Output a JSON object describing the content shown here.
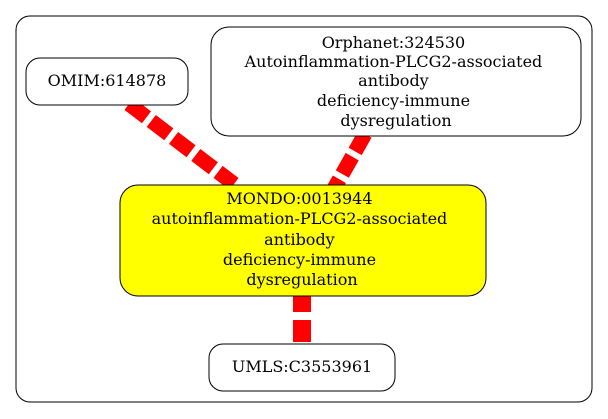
{
  "diagram": {
    "type": "graph",
    "nodes": [
      {
        "id": "omim",
        "lines": [
          "OMIM:614878"
        ],
        "fill": "#ffffff"
      },
      {
        "id": "orphanet",
        "lines": [
          "Orphanet:324530",
          "Autoinflammation-PLCG2-associated",
          "antibody",
          "deficiency-immune",
          "dysregulation"
        ],
        "fill": "#ffffff"
      },
      {
        "id": "mondo",
        "lines": [
          "MONDO:0013944",
          "autoinflammation-PLCG2-associated",
          "antibody",
          "deficiency-immune",
          "dysregulation"
        ],
        "fill": "#ffff00"
      },
      {
        "id": "umls",
        "lines": [
          "UMLS:C3553961"
        ],
        "fill": "#ffffff"
      }
    ],
    "edges": [
      {
        "from": "omim",
        "to": "mondo",
        "color": "#ff0000"
      },
      {
        "from": "orphanet",
        "to": "mondo",
        "color": "#ff0000"
      },
      {
        "from": "mondo",
        "to": "umls",
        "color": "#ff0000"
      }
    ]
  }
}
